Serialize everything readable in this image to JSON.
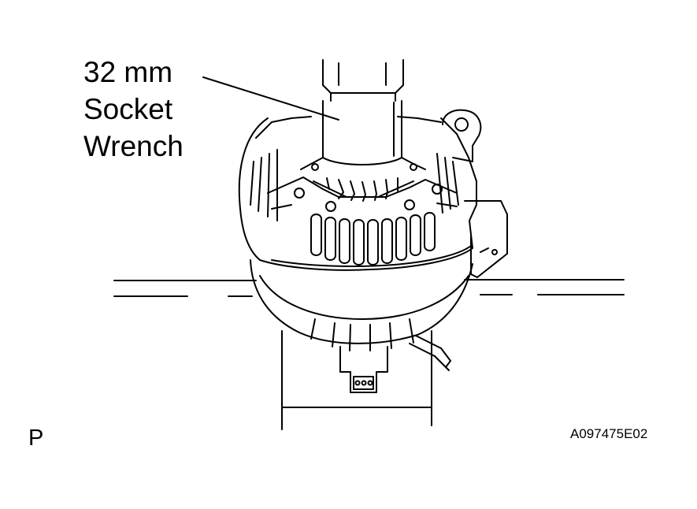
{
  "callout": {
    "line1": "32 mm",
    "line2": "Socket",
    "line3": "Wrench"
  },
  "view_code": "P",
  "figure_id": "A097475E02",
  "colors": {
    "ink": "#000000",
    "paper": "#ffffff"
  }
}
